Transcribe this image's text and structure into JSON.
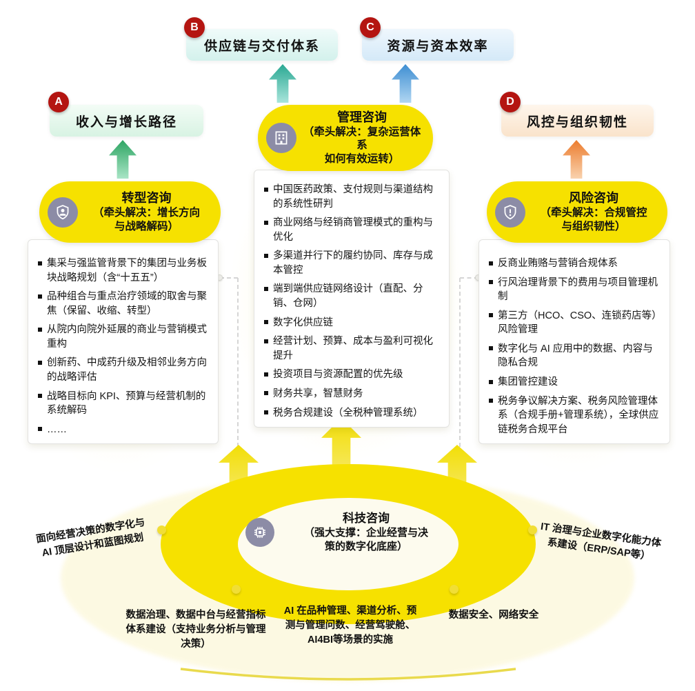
{
  "colors": {
    "accent_yellow": "#F6E100",
    "badge_red": "#B41511",
    "arrow_green": "#2EA563",
    "arrow_teal": "#2BA893",
    "arrow_blue": "#3E8ED2",
    "arrow_orange": "#EC7C2E"
  },
  "badges": {
    "a": {
      "letter": "A",
      "label": "收入与增长路径"
    },
    "b": {
      "letter": "B",
      "label": "供应链与交付体系"
    },
    "c": {
      "letter": "C",
      "label": "资源与资本效率"
    },
    "d": {
      "letter": "D",
      "label": "风控与组织韧性"
    }
  },
  "pillars": {
    "transform": {
      "icon": "person-shield-icon",
      "title": "转型咨询",
      "subtitle": "（牵头解决：增长方向\n与战略解码）",
      "items": [
        "集采与强监管背景下的集团与业务板块战略规划（含“十五五”）",
        "品种组合与重点治疗领域的取舍与聚焦（保留、收缩、转型）",
        "从院内向院外延展的商业与营销模式重构",
        "创新药、中成药升级及相邻业务方向的战略评估",
        "战略目标向 KPI、预算与经营机制的系统解码",
        "……"
      ]
    },
    "management": {
      "icon": "building-icon",
      "title": "管理咨询",
      "subtitle": "（牵头解决：复杂运营体系\n如何有效运转）",
      "items": [
        "中国医药政策、支付规则与渠道结构的系统性研判",
        "商业网络与经销商管理模式的重构与优化",
        "多渠道并行下的履约协同、库存与成本管控",
        "端到端供应链网络设计（直配、分销、仓网）",
        "数字化供应链",
        "经营计划、预算、成本与盈利可视化提升",
        "投资项目与资源配置的优先级",
        "财务共享，智慧财务",
        "税务合规建设（全税种管理系统）"
      ]
    },
    "risk": {
      "icon": "shield-alert-icon",
      "title": "风险咨询",
      "subtitle": "（牵头解决：合规管控\n与组织韧性）",
      "items": [
        "反商业贿赂与营销合规体系",
        "行风治理背景下的费用与项目管理机制",
        "第三方（HCO、CSO、连锁药店等）风险管理",
        "数字化与 AI 应用中的数据、内容与隐私合规",
        "集团管控建设",
        "税务争议解决方案、税务风险管理体系（合规手册+管理系统），全球供应链税务合规平台"
      ]
    }
  },
  "tech": {
    "icon": "chip-icon",
    "title": "科技咨询",
    "subtitle": "（强大支撑：企业经营与决\n策的数字化底座）",
    "satellites": {
      "left": "面向经营决策的数字化与 AI 顶层设计和蓝图规划",
      "right": "IT 治理与企业数字化能力体系建设（ERP/SAP等）",
      "bottom_left": "数据治理、数据中台与经营指标体系建设（支持业务分析与管理决策）",
      "bottom_center": "AI 在品种管理、渠道分析、预测与管理问数、经营驾驶舱、AI4BI等场景的实施",
      "bottom_right": "数据安全、网络安全"
    }
  }
}
